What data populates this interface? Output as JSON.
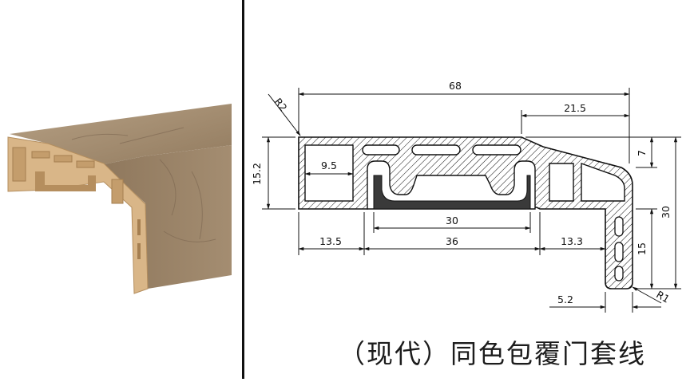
{
  "caption": "（现代）同色包覆门套线",
  "colors": {
    "marble": "#a08a6e",
    "core": "#d8b486",
    "line": "#111111",
    "rubber": "#3a3a3a"
  },
  "dimensions": {
    "overall_width": "68",
    "top_right": "21.5",
    "left_height": "15.2",
    "chamber_width": "9.5",
    "groove_width": "30",
    "left_segment": "13.5",
    "center_segment": "36",
    "right_segment": "13.3",
    "step": "7",
    "total_height": "30",
    "leg_height": "15",
    "leg_width": "5.2",
    "radius_top": "R2",
    "radius_bottom": "R1"
  }
}
